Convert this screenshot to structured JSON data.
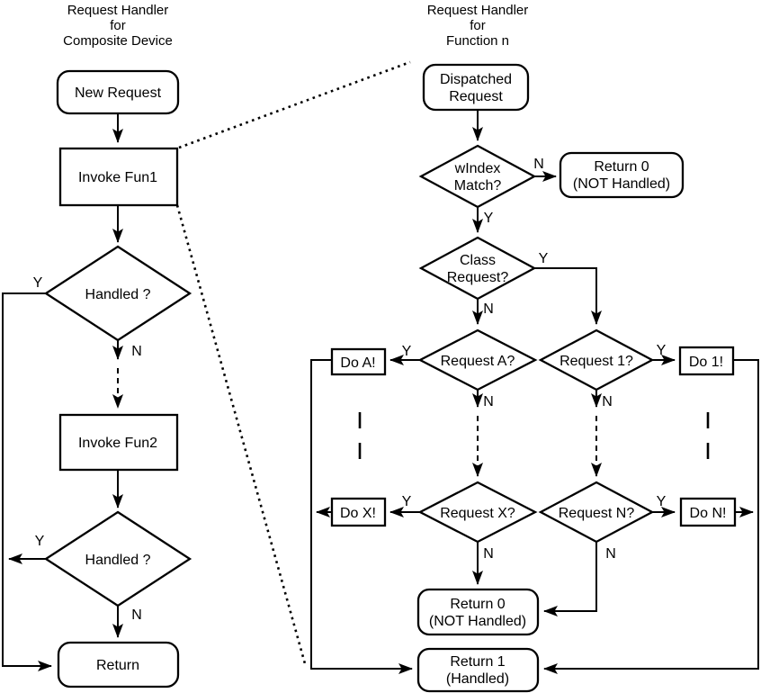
{
  "left_chart": {
    "title": {
      "line1": "Request Handler",
      "line2": "for",
      "line3": "Composite Device"
    },
    "nodes": {
      "new_request": "New Request",
      "invoke_fun1": "Invoke Fun1",
      "handled1": "Handled ?",
      "invoke_fun2": "Invoke Fun2",
      "handled2": "Handled ?",
      "return_node": "Return"
    }
  },
  "right_chart": {
    "title": {
      "line1": "Request Handler",
      "line2": "for",
      "line3": "Function n"
    },
    "nodes": {
      "dispatched": {
        "line1": "Dispatched",
        "line2": "Request"
      },
      "windex": {
        "line1": "wIndex",
        "line2": "Match?"
      },
      "return0_top": {
        "line1": "Return 0",
        "line2": "(NOT Handled)"
      },
      "class_request": {
        "line1": "Class",
        "line2": "Request?"
      },
      "request_a": "Request A?",
      "request_1": "Request 1?",
      "do_a": "Do A!",
      "do_1": "Do 1!",
      "request_x": "Request X?",
      "request_n": "Request N?",
      "do_x": "Do X!",
      "do_n": "Do N!",
      "return0_bottom": {
        "line1": "Return 0",
        "line2": "(NOT Handled)"
      },
      "return1": {
        "line1": "Return 1",
        "line2": "(Handled)"
      }
    }
  },
  "branch_labels": {
    "yes": "Y",
    "no": "N"
  },
  "colors": {
    "line": "#000000",
    "background": "#ffffff",
    "text": "#000000"
  }
}
